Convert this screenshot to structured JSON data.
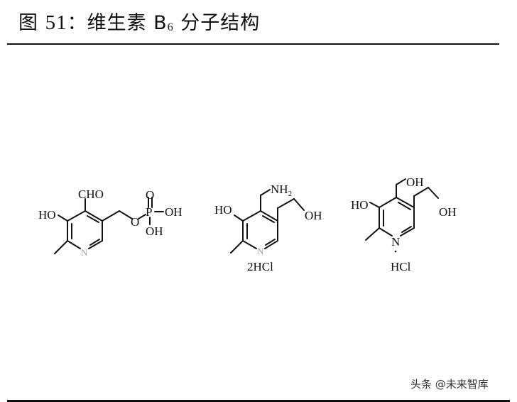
{
  "header": {
    "figure_label": "图",
    "figure_number": "51",
    "separator": "：",
    "title_main": "维生素 B",
    "title_subscript": "6",
    "title_tail": " 分子结构"
  },
  "molecules": [
    {
      "name": "pyridoxal-5-phosphate",
      "labels": {
        "cho": "CHO",
        "ho": "HO",
        "o_ester": "O",
        "p": "P",
        "o_double": "O",
        "oh_right": "OH",
        "oh_bottom": "OH",
        "n": "N"
      }
    },
    {
      "name": "pyridoxamine-dihydrochloride",
      "labels": {
        "nh2": "NH",
        "nh2_sub": "2",
        "ho": "HO",
        "oh": "OH",
        "n": "N",
        "salt": "2HCl"
      }
    },
    {
      "name": "pyridoxine-hydrochloride",
      "labels": {
        "oh_top": "OH",
        "ho": "HO",
        "oh_right": "OH",
        "n": "N",
        "salt": "HCl"
      }
    }
  ],
  "watermark": "头条 @未来智库"
}
